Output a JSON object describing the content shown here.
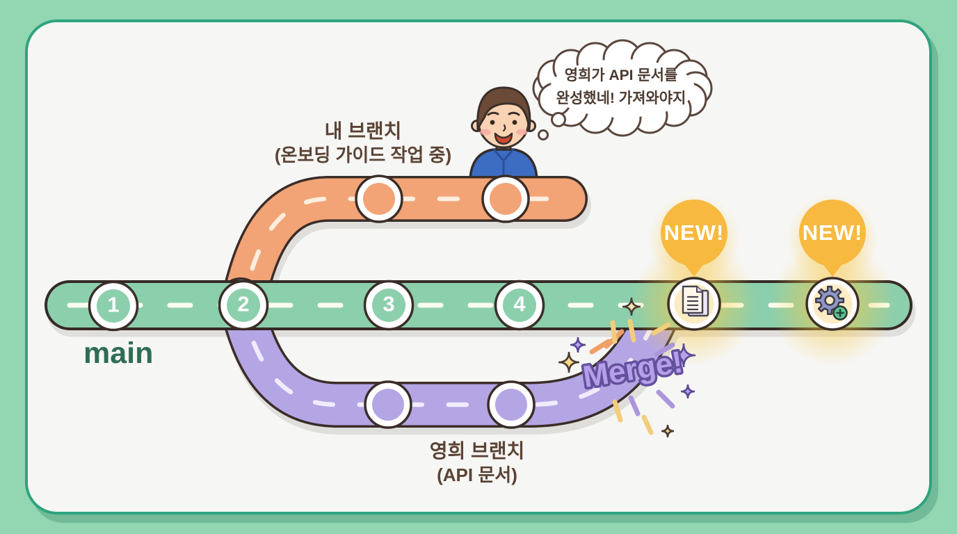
{
  "palette": {
    "background": "#92d6b2",
    "card": "#f6f6f4",
    "card_border": "#2fa37e",
    "main_road": "#8ccfac",
    "my_branch_road": "#f2a476",
    "younghee_road": "#b4a6e4",
    "badge_yellow": "#f7b93f",
    "label_brown": "#5b4334",
    "main_label_green": "#2e6d54",
    "merge_text_purple": "#b5a0e8"
  },
  "thought_bubble": {
    "line1": "영희가 API 문서를",
    "line2": "완성했네! 가져와야지"
  },
  "labels": {
    "my_branch_line1": "내 브랜치",
    "my_branch_line2": "(온보딩 가이드 작업 중)",
    "younghee_line1": "영희 브랜치",
    "younghee_line2": "(API 문서)",
    "main_branch": "main",
    "merge": "Merge!",
    "new_left": "NEW!",
    "new_right": "NEW!"
  },
  "main_commits": [
    "1",
    "2",
    "3",
    "4"
  ],
  "icons": {
    "document_commit": "document-icon",
    "gear_commit": "gear-plus-icon"
  }
}
